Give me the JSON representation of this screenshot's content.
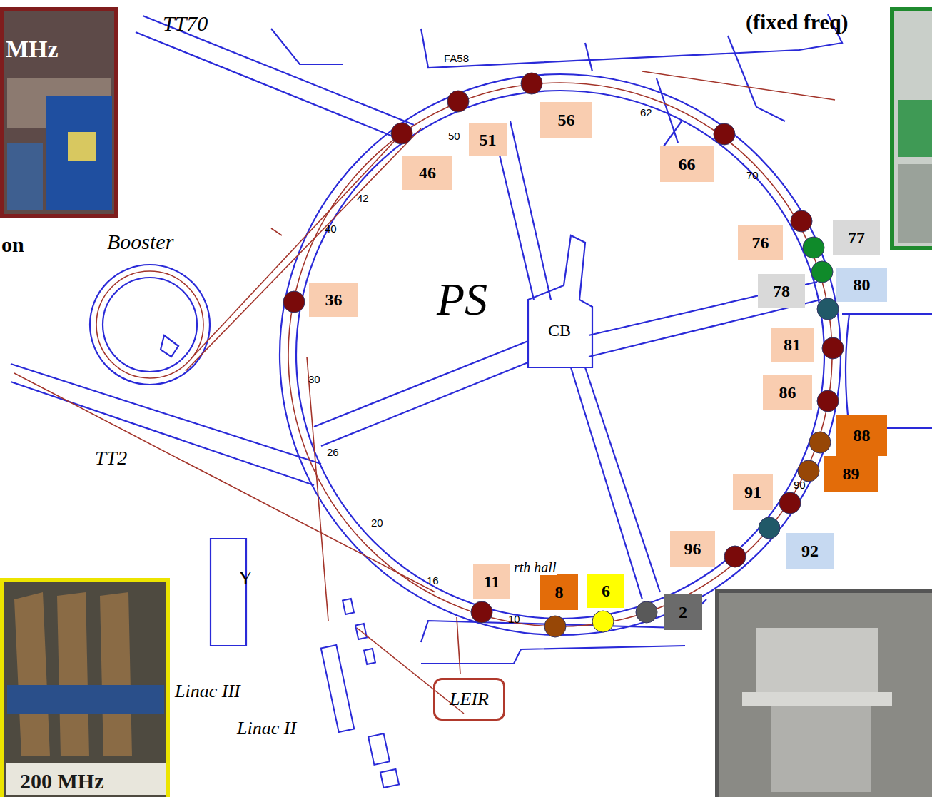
{
  "diagram": {
    "nodes": [
      {
        "text": [
          "56"
        ]
      },
      {
        "text": [
          "51"
        ]
      },
      {
        "text": [
          "66"
        ]
      },
      {
        "text": [
          "46"
        ]
      },
      {
        "text": [
          "77"
        ]
      },
      {
        "text": [
          "76"
        ]
      },
      {
        "text": [
          "80"
        ]
      },
      {
        "text": [
          "78"
        ]
      },
      {
        "text": [
          "36"
        ]
      },
      {
        "text": [
          "81"
        ]
      },
      {
        "text": [
          "86"
        ]
      },
      {
        "text": [
          "88"
        ]
      },
      {
        "text": [
          "89"
        ]
      },
      {
        "text": [
          "91"
        ]
      },
      {
        "text": [
          "96"
        ]
      },
      {
        "text": [
          "92"
        ]
      },
      {
        "text": [
          "11"
        ]
      },
      {
        "text": [
          "8"
        ]
      },
      {
        "text": [
          "6"
        ]
      },
      {
        "text": [
          "2"
        ]
      },
      {
        "text": [
          "LEIR"
        ]
      }
    ],
    "labels": [
      "(fixed freq)",
      "TT70",
      "MHz",
      "FA58",
      "62",
      "50",
      "42",
      "70",
      "40",
      "on",
      "Booster",
      "PS",
      "CB",
      "30",
      "TT2",
      "26",
      "90",
      "20",
      "Y",
      "16",
      "10",
      "rth hall",
      "Linac III",
      "Linac II",
      "200 MHz"
    ]
  }
}
